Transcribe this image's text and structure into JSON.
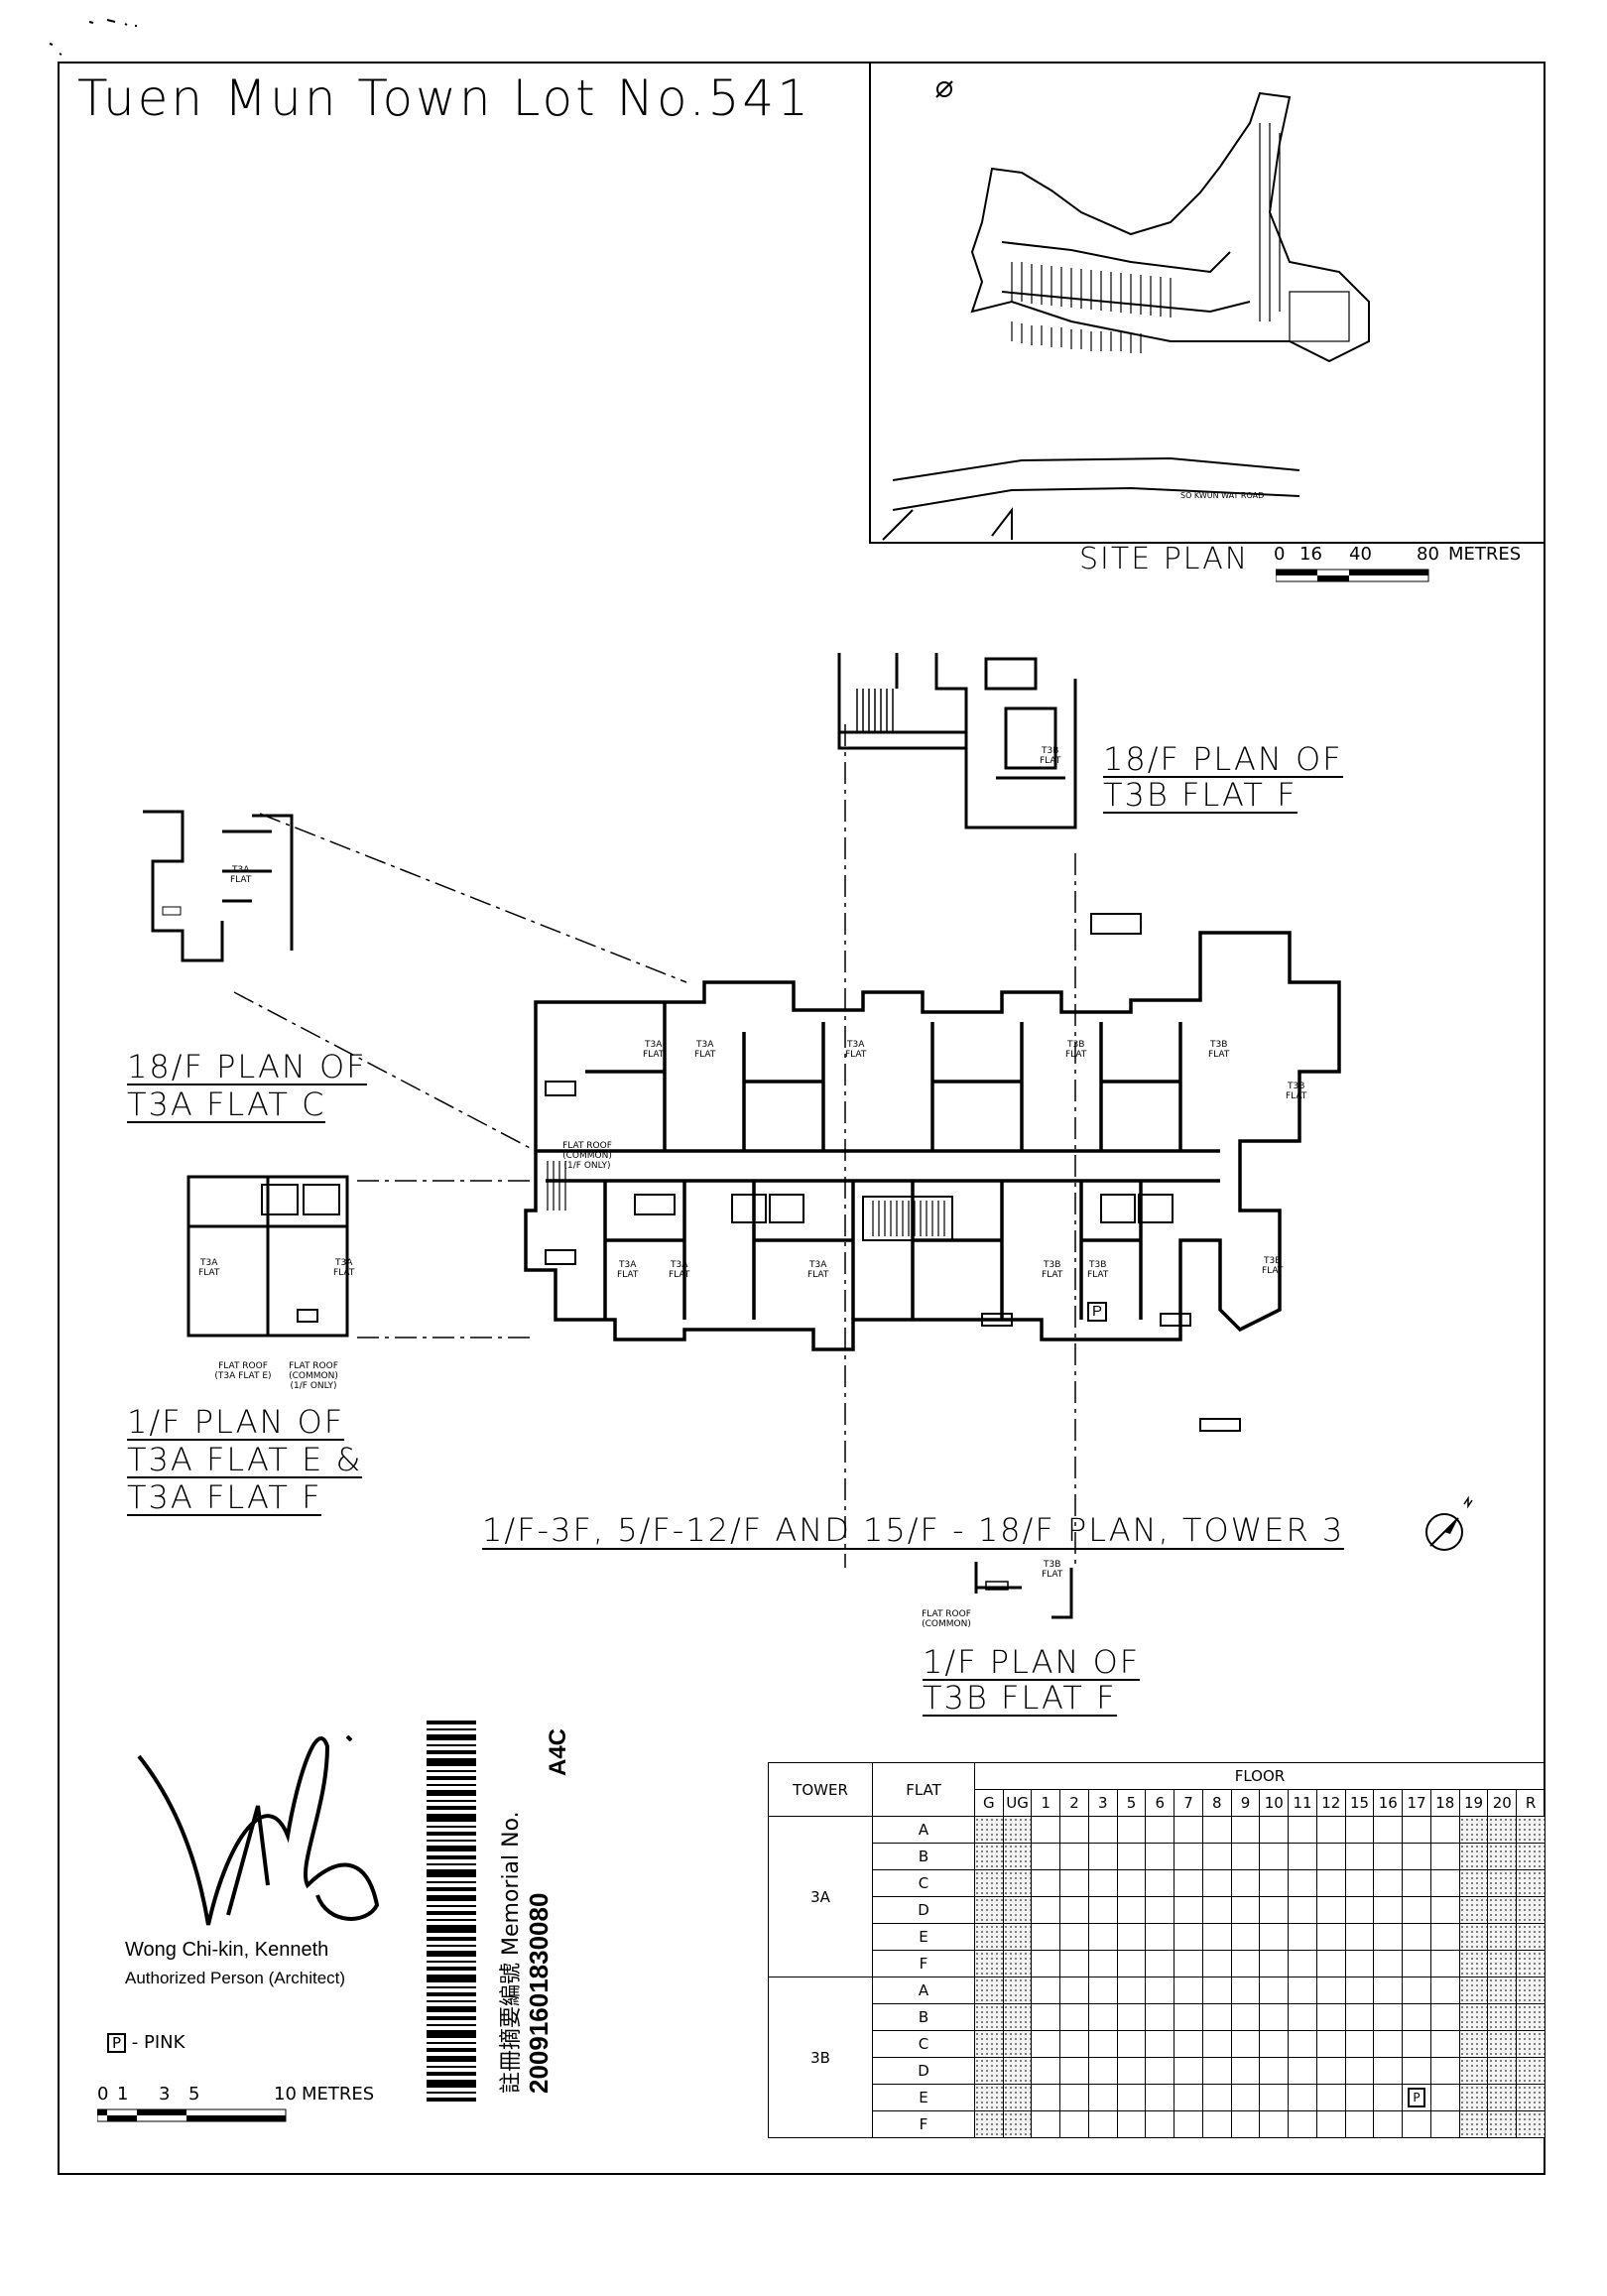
{
  "title": "Tuen Mun Town Lot No.541",
  "site_plan": {
    "label": "SITE PLAN",
    "road": "SO KWUN WAT ROAD",
    "scale_ticks": [
      "0",
      "16",
      "40",
      "80"
    ],
    "scale_unit": "METRES"
  },
  "views": {
    "t3b_18f": [
      "18/F PLAN OF",
      "T3B FLAT F"
    ],
    "t3a_18f": [
      "18/F PLAN OF",
      "T3A FLAT C"
    ],
    "t3a_1f": [
      "1/F PLAN OF",
      "T3A FLAT E &",
      "T3A FLAT F"
    ],
    "t3b_1f": [
      "1/F PLAN OF",
      "T3B FLAT F"
    ],
    "main": "1/F-3F, 5/F-12/F AND 15/F - 18/F PLAN, TOWER 3"
  },
  "tags": {
    "flat_roof_common_1f": "FLAT ROOF (COMMON) (1/F ONLY)",
    "flat_roof_t3a_e": "FLAT ROOF (T3A FLAT E)",
    "flat_roof_common_1f_b": "FLAT ROOF (COMMON) (1/F ONLY)",
    "flat_roof_common": "FLAT ROOF (COMMON)",
    "flat": "FLAT",
    "t3a": "T3A",
    "t3b": "T3B",
    "p": "P"
  },
  "signature": {
    "name": "Wong Chi-kin, Kenneth",
    "role": "Authorized Person (Architect)"
  },
  "legend": {
    "symbol": "P",
    "text": "- PINK"
  },
  "scale_bar": {
    "ticks": [
      "0",
      "1",
      "3",
      "5",
      "10"
    ],
    "unit": "METRES"
  },
  "memorial": {
    "code": "A4C",
    "label": "註冊摘要編號 Memorial No.",
    "number": "20091601830080"
  },
  "floor_table": {
    "tower_header": "TOWER",
    "flat_header": "FLAT",
    "floor_header": "FLOOR",
    "floors": [
      "G",
      "UG",
      "1",
      "2",
      "3",
      "5",
      "6",
      "7",
      "8",
      "9",
      "10",
      "11",
      "12",
      "15",
      "16",
      "17",
      "18",
      "19",
      "20",
      "R"
    ],
    "shaded_floors": [
      "G",
      "UG",
      "19",
      "20",
      "R"
    ],
    "towers": [
      {
        "name": "3A",
        "flats": [
          "A",
          "B",
          "C",
          "D",
          "E",
          "F"
        ]
      },
      {
        "name": "3B",
        "flats": [
          "A",
          "B",
          "C",
          "D",
          "E",
          "F"
        ]
      }
    ],
    "marked": {
      "tower": "3B",
      "flat": "E",
      "floor": "17",
      "symbol": "P"
    }
  },
  "colors": {
    "ink": "#000000",
    "pink_legend": "P"
  }
}
